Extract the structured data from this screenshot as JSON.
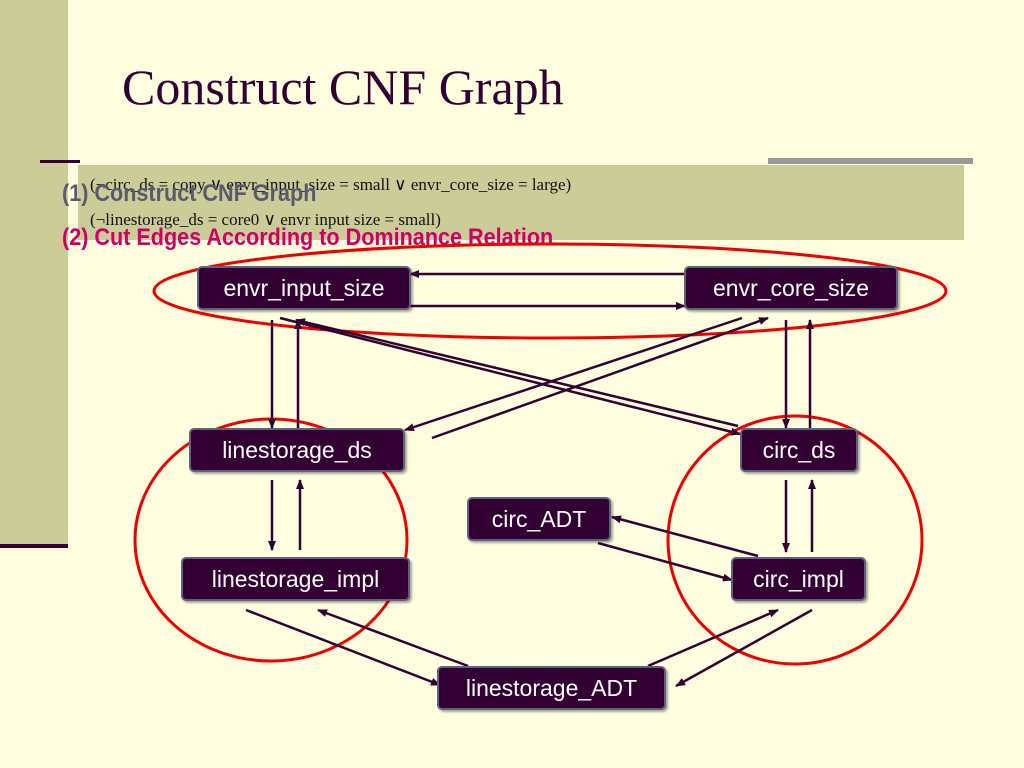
{
  "title": "Construct CNF Graph",
  "formulas": [
    "(¬circ_ds = copy ∨ envr_input_size = small ∨  envr_core_size = large)",
    "(¬linestorage_ds = core0 ∨ envr input size = small)"
  ],
  "steps": [
    "(1) Construct CNF Graph",
    "(2) Cut Edges According to Dominance Relation"
  ],
  "nodes": {
    "envr_input_size": "envr_input_size",
    "envr_core_size": "envr_core_size",
    "linestorage_ds": "linestorage_ds",
    "circ_ds": "circ_ds",
    "circ_ADT": "circ_ADT",
    "linestorage_impl": "linestorage_impl",
    "circ_impl": "circ_impl",
    "linestorage_ADT": "linestorage_ADT"
  },
  "colors": {
    "node_fill": "#330033",
    "edge": "#330033",
    "highlight": "#ee0000",
    "background": "#ffffe0",
    "accent_bar": "#cccc99",
    "step2_text": "#cc0066"
  }
}
